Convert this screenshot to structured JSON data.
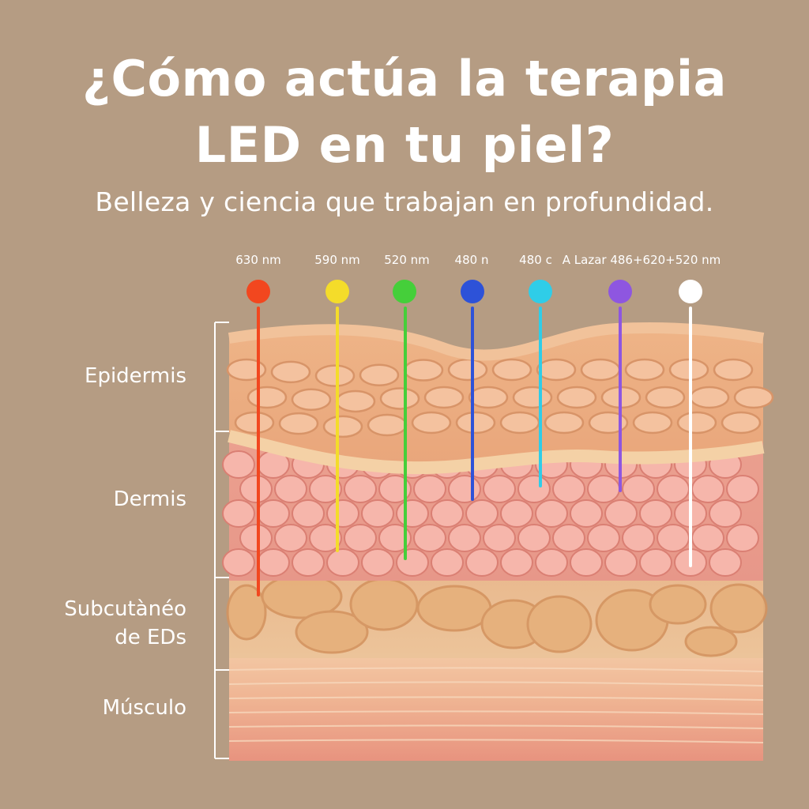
{
  "title": {
    "line1": "¿Cómo actúa la terapia",
    "line2": "LED en tu piel?"
  },
  "subtitle": "Belleza y ciencia que trabajan en profundidad.",
  "wavelengths": [
    {
      "label": "630 nm",
      "color": "#f2471f"
    },
    {
      "label": "590 nm",
      "color": "#f4dc2a"
    },
    {
      "label": "520 nm",
      "color": "#45cf3a"
    },
    {
      "label": "480 n",
      "color": "#2d52d8"
    },
    {
      "label": "480 c",
      "color": "#2fcde8"
    },
    {
      "label": "A Lazar 486+620+520 nm",
      "color": "#8e56e0"
    },
    {
      "label": "",
      "color": "#ffffff"
    }
  ],
  "layers": {
    "epidermis": "Epidermis",
    "dermis": "Dermis",
    "subcutaneous_line1": "Subcutànéo",
    "subcutaneous_line2": "de EDs",
    "muscle": "Músculo"
  }
}
